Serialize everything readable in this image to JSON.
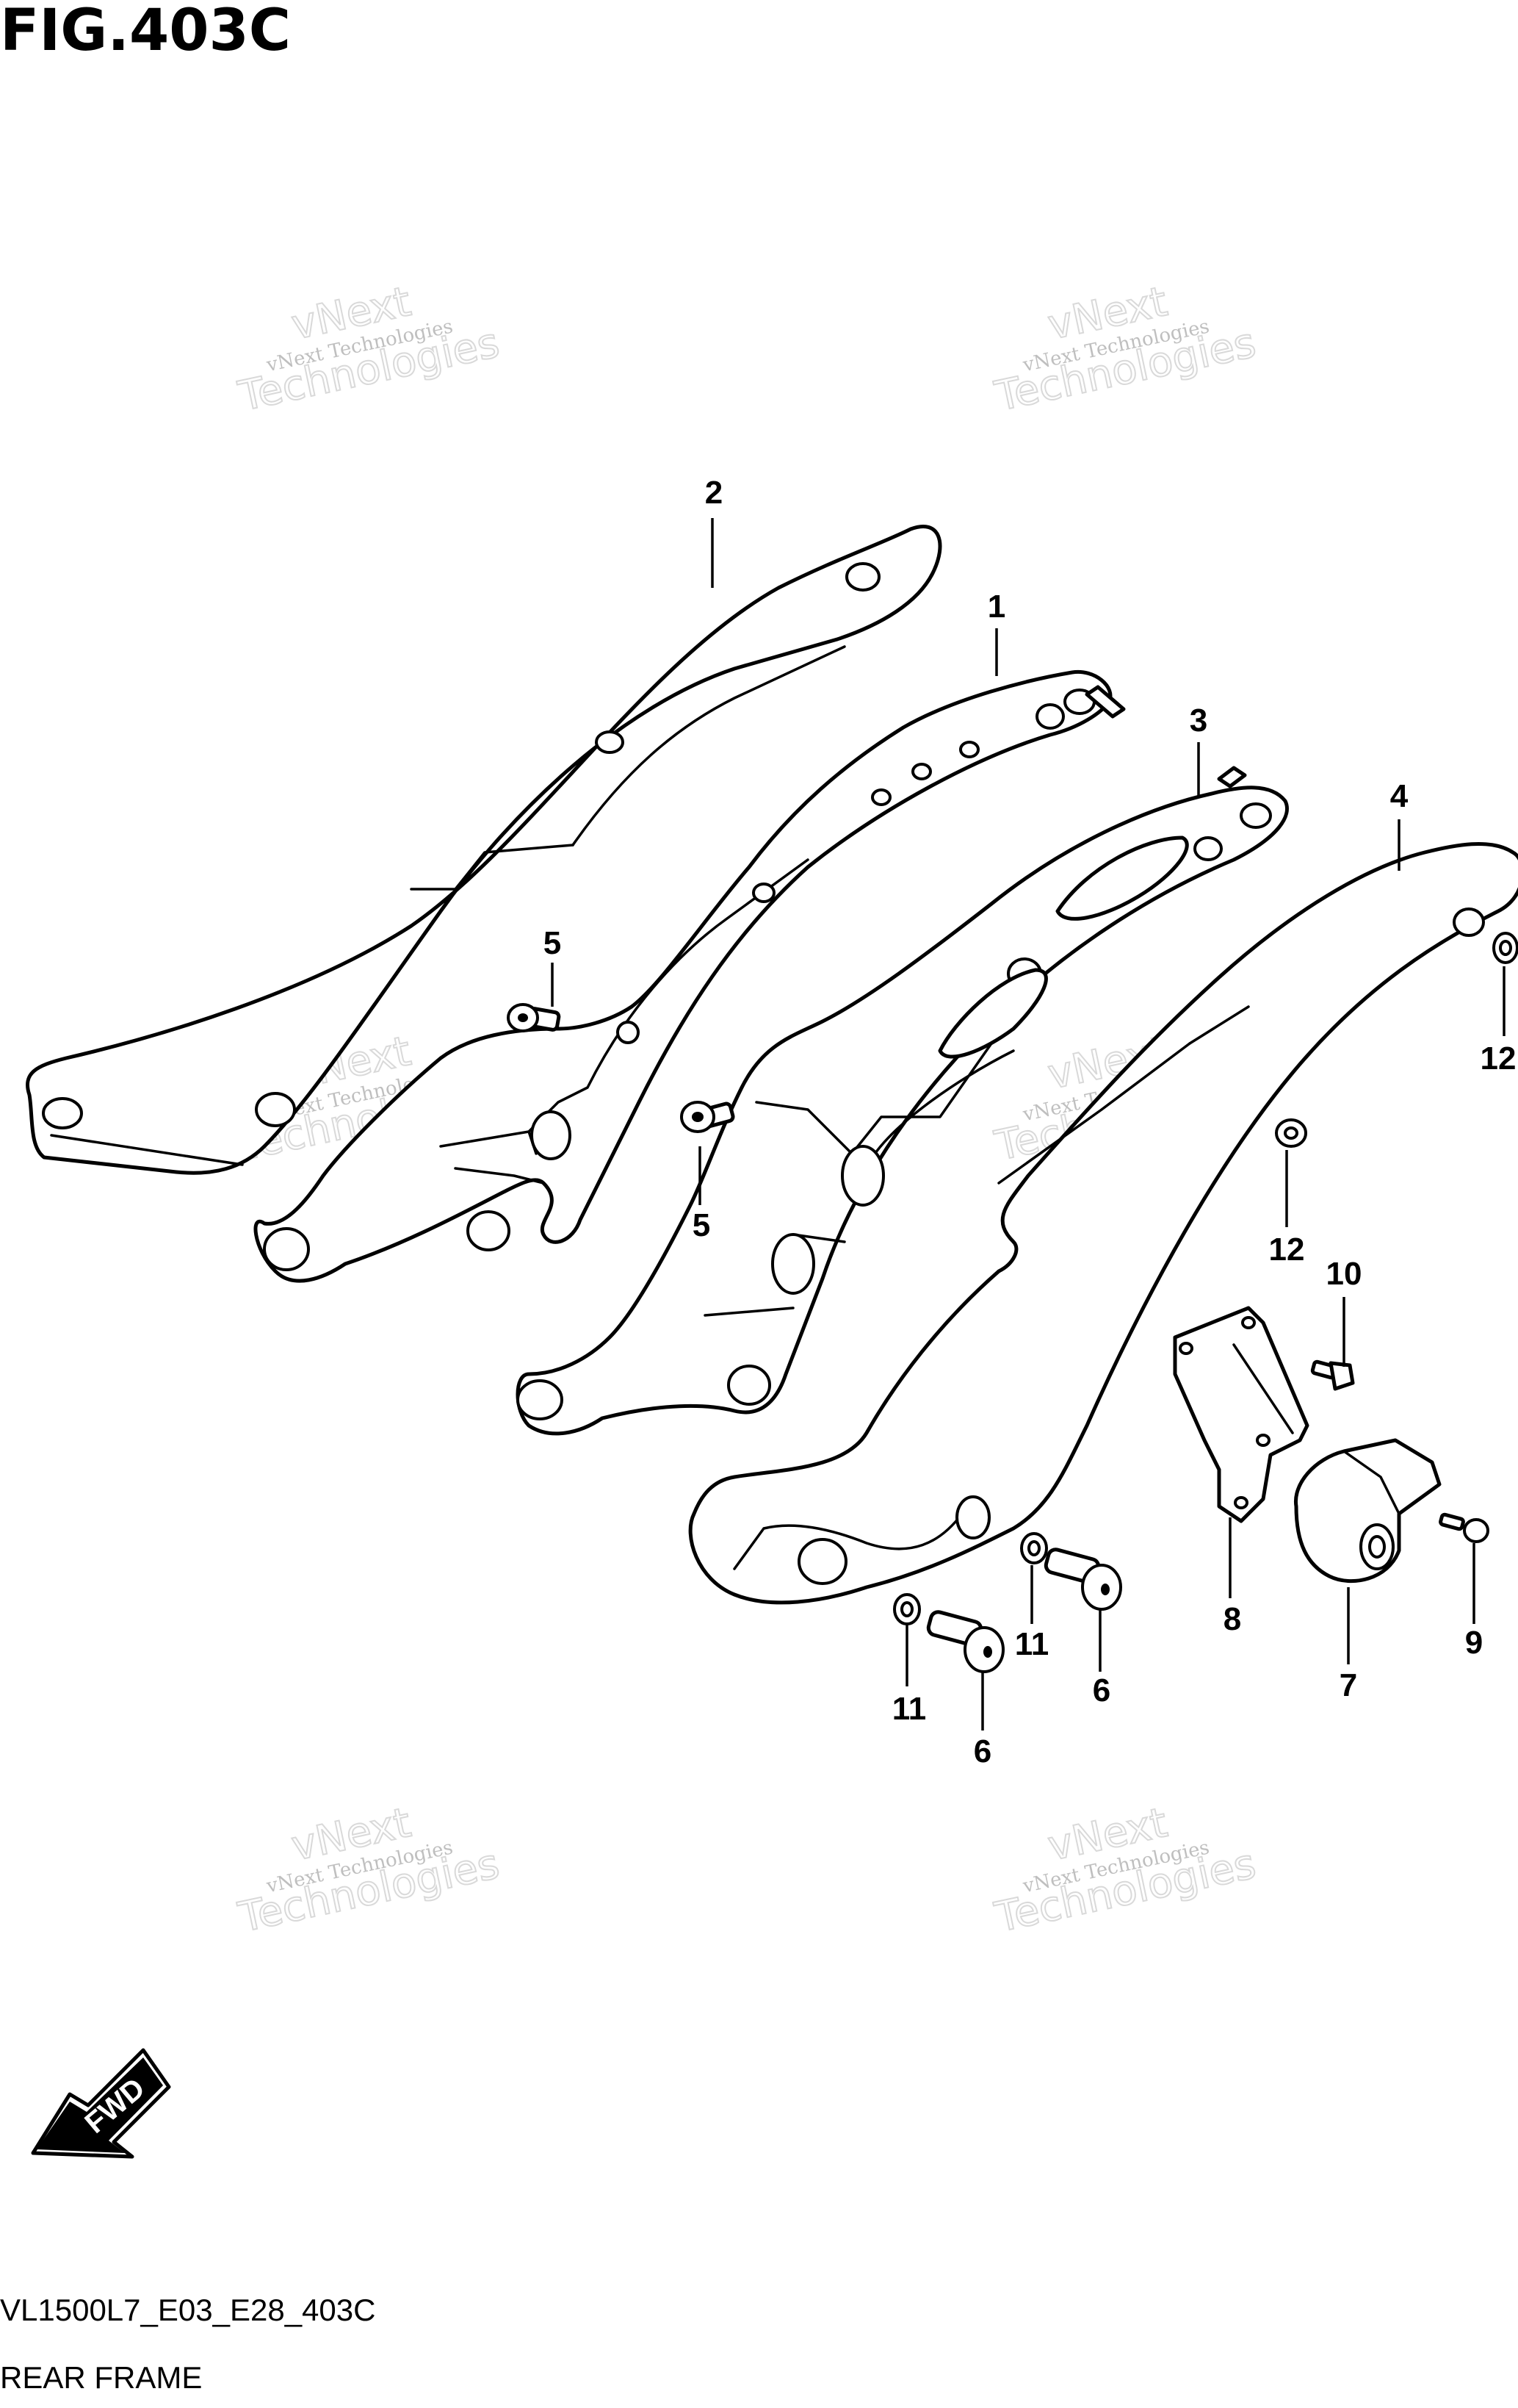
{
  "figure": {
    "title": "FIG.403C",
    "code": "VL1500L7_E03_E28_403C",
    "name": "REAR FRAME"
  },
  "watermark": {
    "line1": "vNext Technologies",
    "line2": "vNext",
    "line3": "Technologies"
  },
  "fwd_label": "FWD",
  "callouts": {
    "c1": "1",
    "c2": "2",
    "c3": "3",
    "c4": "4",
    "c5a": "5",
    "c5b": "5",
    "c6a": "6",
    "c6b": "6",
    "c7": "7",
    "c8": "8",
    "c9": "9",
    "c10": "10",
    "c11a": "11",
    "c11b": "11",
    "c12a": "12",
    "c12b": "12"
  }
}
